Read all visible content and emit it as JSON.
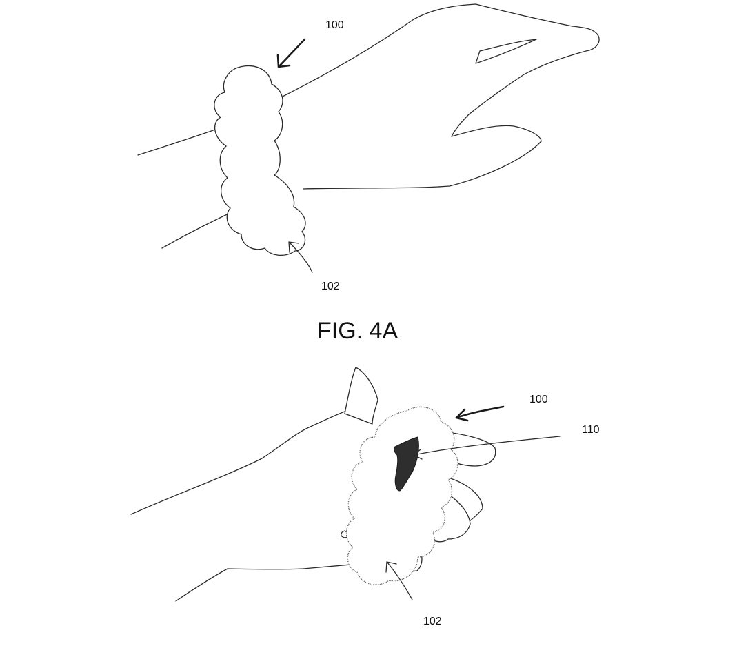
{
  "figure_caption": "FIG. 4A",
  "figure_a": {
    "labels": {
      "device": "100",
      "sensor": "102"
    }
  },
  "figure_b": {
    "labels": {
      "device": "100",
      "marker": "110",
      "sensor": "102"
    }
  },
  "colors": {
    "line": "#2a2a2a",
    "mark": "#2e2e2e",
    "background": "#ffffff"
  }
}
